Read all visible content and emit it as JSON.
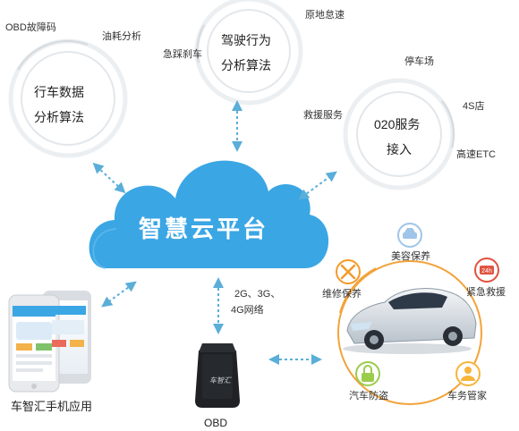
{
  "cloud": {
    "title": "智慧云平台"
  },
  "circles": {
    "driving_data": {
      "line1": "行车数据",
      "line2": "分析算法",
      "labels": [
        "OBD故障码",
        "油耗分析"
      ]
    },
    "driving_behavior": {
      "line1": "驾驶行为",
      "line2": "分析算法",
      "labels": [
        "原地怠速",
        "急踩刹车"
      ]
    },
    "o2o": {
      "line1": "020服务",
      "line2": "接入",
      "labels": [
        "停车场",
        "救援服务",
        "4S店",
        "高速ETC"
      ]
    }
  },
  "network": {
    "line1": "2G、3G、",
    "line2": "4G网络"
  },
  "phone": {
    "caption": "车智汇手机应用"
  },
  "obd": {
    "caption": "OBD",
    "device_text": "车智汇"
  },
  "services": [
    "美容保养",
    "紧急救援",
    "维修保养",
    "汽车防盗",
    "车务管家"
  ],
  "colors": {
    "cloud": "#3aa6e4",
    "ring": "#e6e9ec",
    "arrow": "#5aaed8",
    "service_ring": "#f2a33a",
    "icon_beauty": "#9fc5e8",
    "icon_rescue": "#e05240",
    "icon_repair": "#f39a2b",
    "icon_security": "#9ccc4b",
    "icon_butler": "#f6b53b"
  }
}
